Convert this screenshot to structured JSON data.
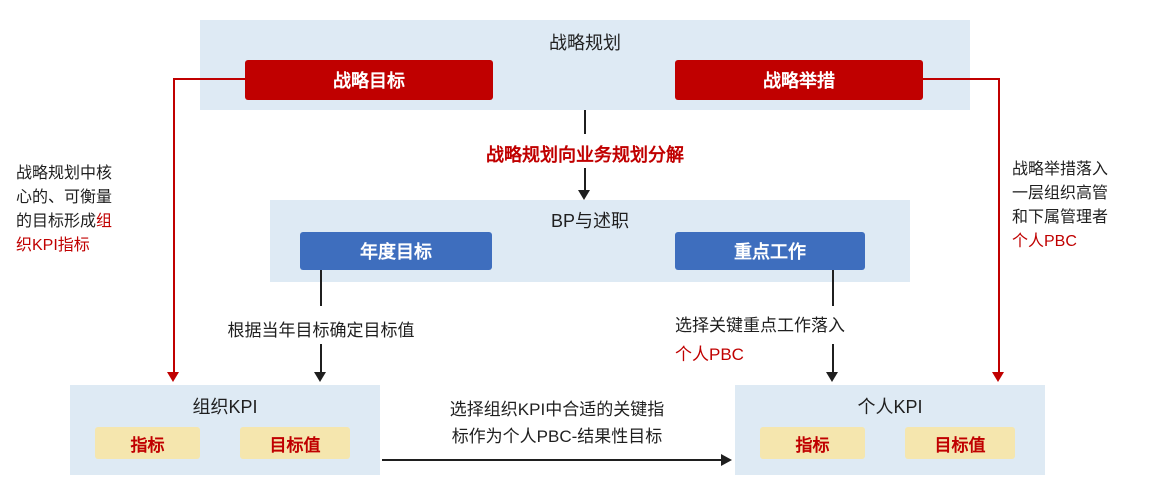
{
  "colors": {
    "panel_bg": "#DEEAF4",
    "red_accent": "#C00000",
    "blue_accent": "#3E6EBE",
    "yellow_chip": "#F5E6AE",
    "text": "#1F1F1F"
  },
  "top_panel": {
    "title": "战略规划",
    "left_button": "战略目标",
    "right_button": "战略举措"
  },
  "decompose_label": "战略规划向业务规划分解",
  "middle_panel": {
    "title": "BP与述职",
    "left_button": "年度目标",
    "right_button": "重点工作"
  },
  "left_note": {
    "black": "战略规划中核心的、可衡量的目标形成",
    "red": "组织KPI指标"
  },
  "right_note": {
    "black": "战略举措落入一层组织高管和下属管理者",
    "red": "个人PBC"
  },
  "annual_goal_arrow_label": "根据当年目标确定目标值",
  "key_work_arrow_label": {
    "black": "选择关键重点工作落入",
    "red": "个人PBC"
  },
  "org_kpi_panel": {
    "title": "组织KPI",
    "indicator_button": "指标",
    "target_button": "目标值"
  },
  "personal_kpi_panel": {
    "title": "个人KPI",
    "indicator_button": "指标",
    "target_button": "目标值"
  },
  "transfer_arrow_label": {
    "line1": "选择组织KPI中合适的关键指",
    "line2": "标作为个人PBC-结果性目标"
  }
}
